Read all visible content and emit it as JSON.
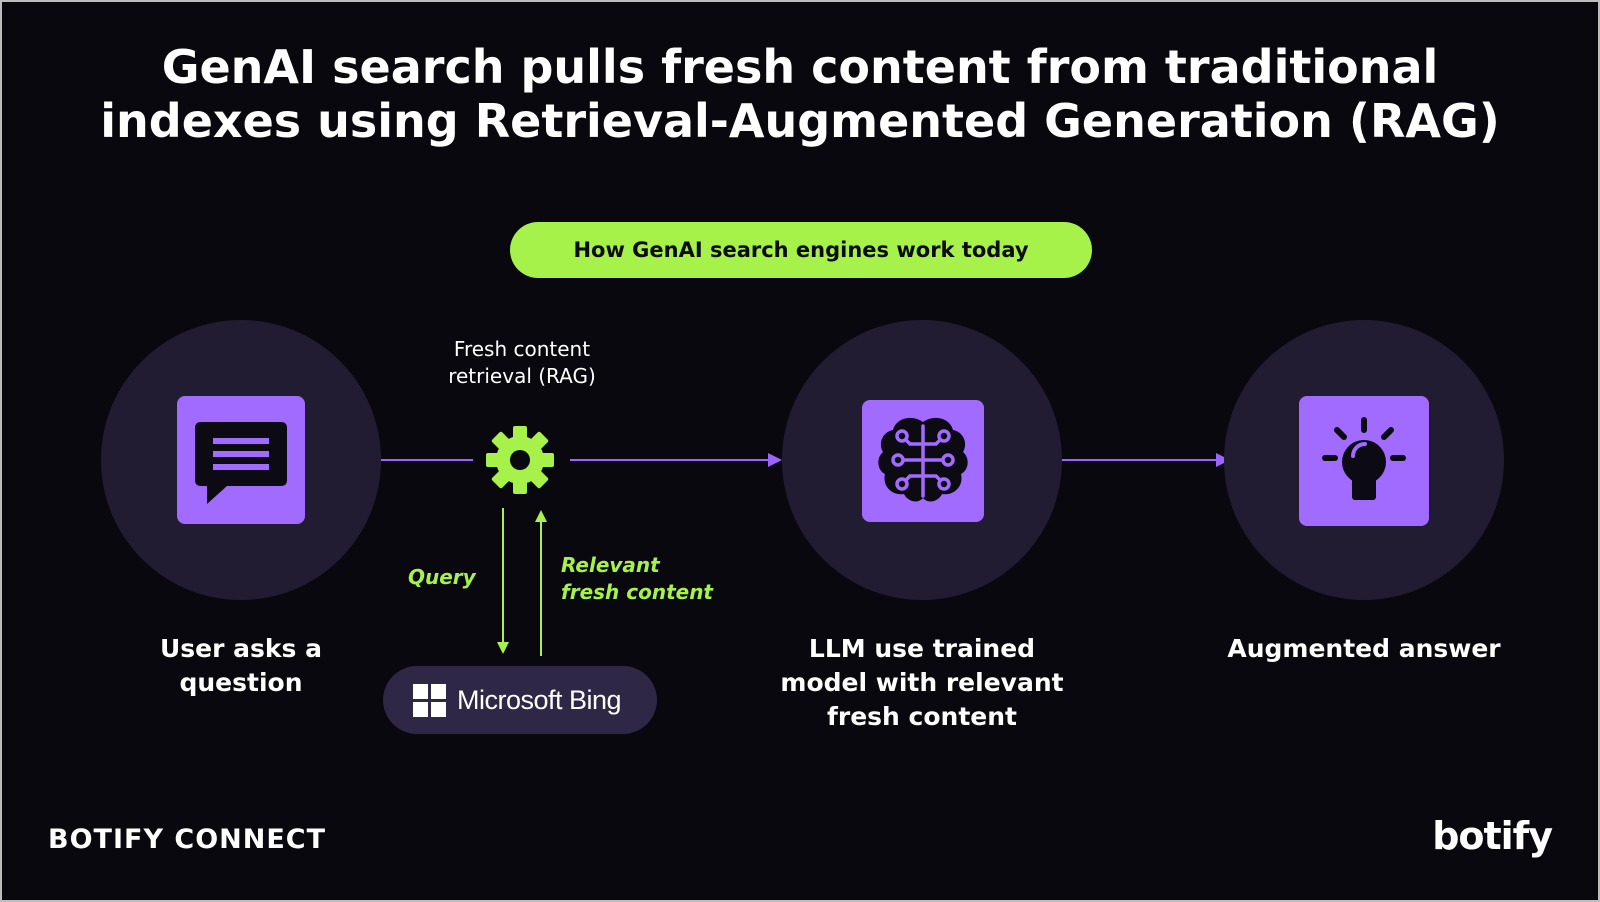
{
  "title": {
    "line1": "GenAI search pulls fresh content from traditional",
    "line2": "indexes using Retrieval-Augmented Generation (RAG)"
  },
  "pill": "How GenAI search engines work today",
  "steps": {
    "user": {
      "label_line1": "User asks a",
      "label_line2": "question",
      "icon": "chat-bubble-icon"
    },
    "rag": {
      "label_line1": "Fresh content",
      "label_line2": "retrieval (RAG)",
      "icon": "gear-icon"
    },
    "llm": {
      "label_line1": "LLM use trained",
      "label_line2": "model with relevant",
      "label_line3": "fresh content",
      "icon": "brain-circuit-icon"
    },
    "answer": {
      "label": "Augmented answer",
      "icon": "lightbulb-icon"
    }
  },
  "arrows": {
    "query": "Query",
    "relevant_line1": "Relevant",
    "relevant_line2": "fresh content"
  },
  "bing": {
    "name": "Microsoft Bing",
    "icon": "windows-logo-icon"
  },
  "footer": {
    "left": "BOTIFY CONNECT",
    "right": "botify"
  },
  "colors": {
    "background": "#09080e",
    "accent_green": "#a6f14a",
    "accent_purple": "#a26bff",
    "circle": "#221c33"
  }
}
